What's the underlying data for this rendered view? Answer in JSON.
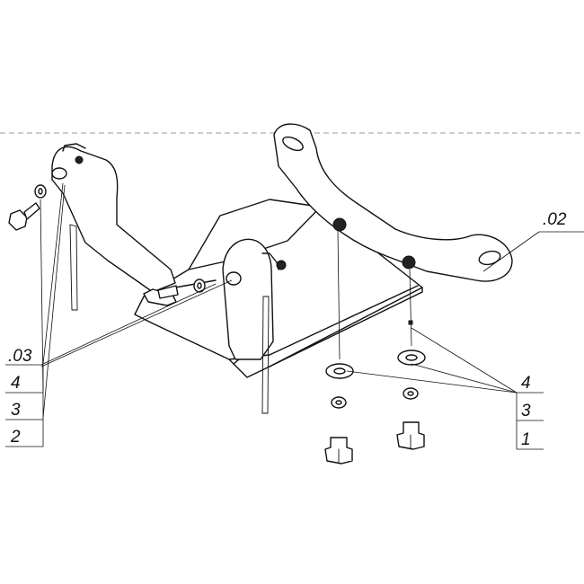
{
  "callouts_left": [
    ".03",
    "4",
    "3",
    "2"
  ],
  "callouts_right": [
    ".02",
    "4",
    "3",
    "1"
  ]
}
